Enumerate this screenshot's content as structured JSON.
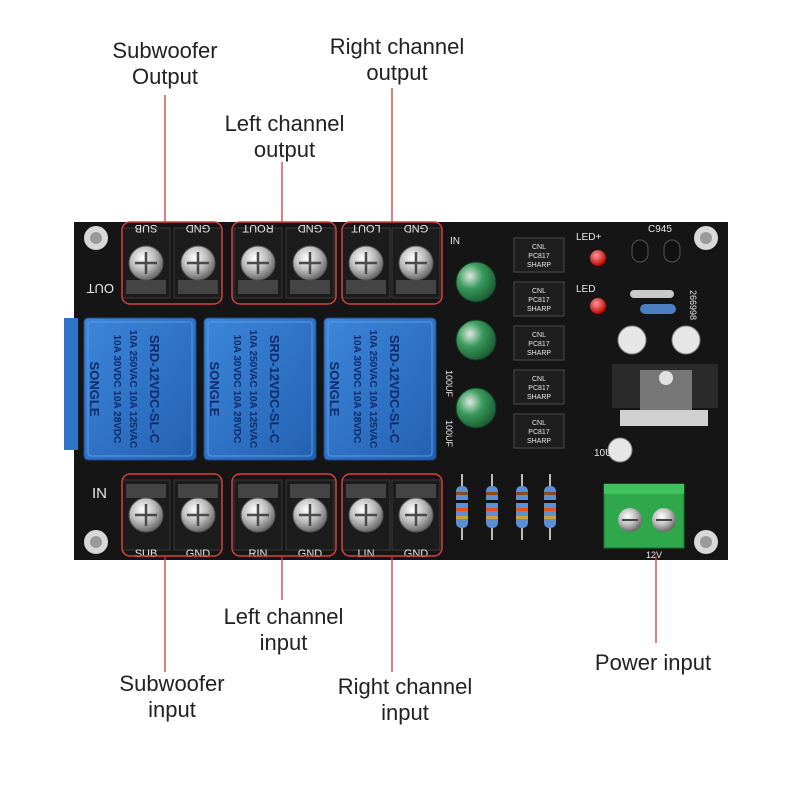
{
  "callouts": {
    "subwoofer_output": [
      "Subwoofer",
      "Output"
    ],
    "left_output": [
      "Left channel",
      "output"
    ],
    "right_output": [
      "Right channel",
      "output"
    ],
    "left_input": [
      "Left channel",
      "input"
    ],
    "subwoofer_input": [
      "Subwoofer",
      "input"
    ],
    "right_input": [
      "Right channel",
      "input"
    ],
    "power_input": [
      "Power input"
    ]
  },
  "silkscreen": {
    "out_side": "OUT",
    "in_side": "IN",
    "top_terminals": [
      "SUB",
      "GND",
      "ROUT",
      "GND",
      "LOUT",
      "GND"
    ],
    "bottom_terminals": [
      "SUB",
      "GND",
      "RIN",
      "GND",
      "LIN",
      "GND"
    ],
    "in_top": "IN",
    "led_plus": "LED+",
    "led": "LED",
    "cap_label": "100UF",
    "cap_label_small": "10UF",
    "ic_part": "C945",
    "board_code": "266998",
    "power_label": "12V"
  },
  "relays": {
    "brand": "SONGLE",
    "rating_line1": "10A 250VAC 10A 125VAC",
    "rating_line2": "10A 30VDC 10A 28VDC",
    "model": "SRD-12VDC-SL-C"
  },
  "optocouplers": {
    "brand": "CNL",
    "part": "PC817",
    "maker": "SHARP"
  },
  "colors": {
    "pcb": "#151515",
    "relay": "#2f74c9",
    "callout_line": "#d93a3a",
    "terminal_block": "#2ea84a",
    "highlight_box": "#d94040"
  }
}
